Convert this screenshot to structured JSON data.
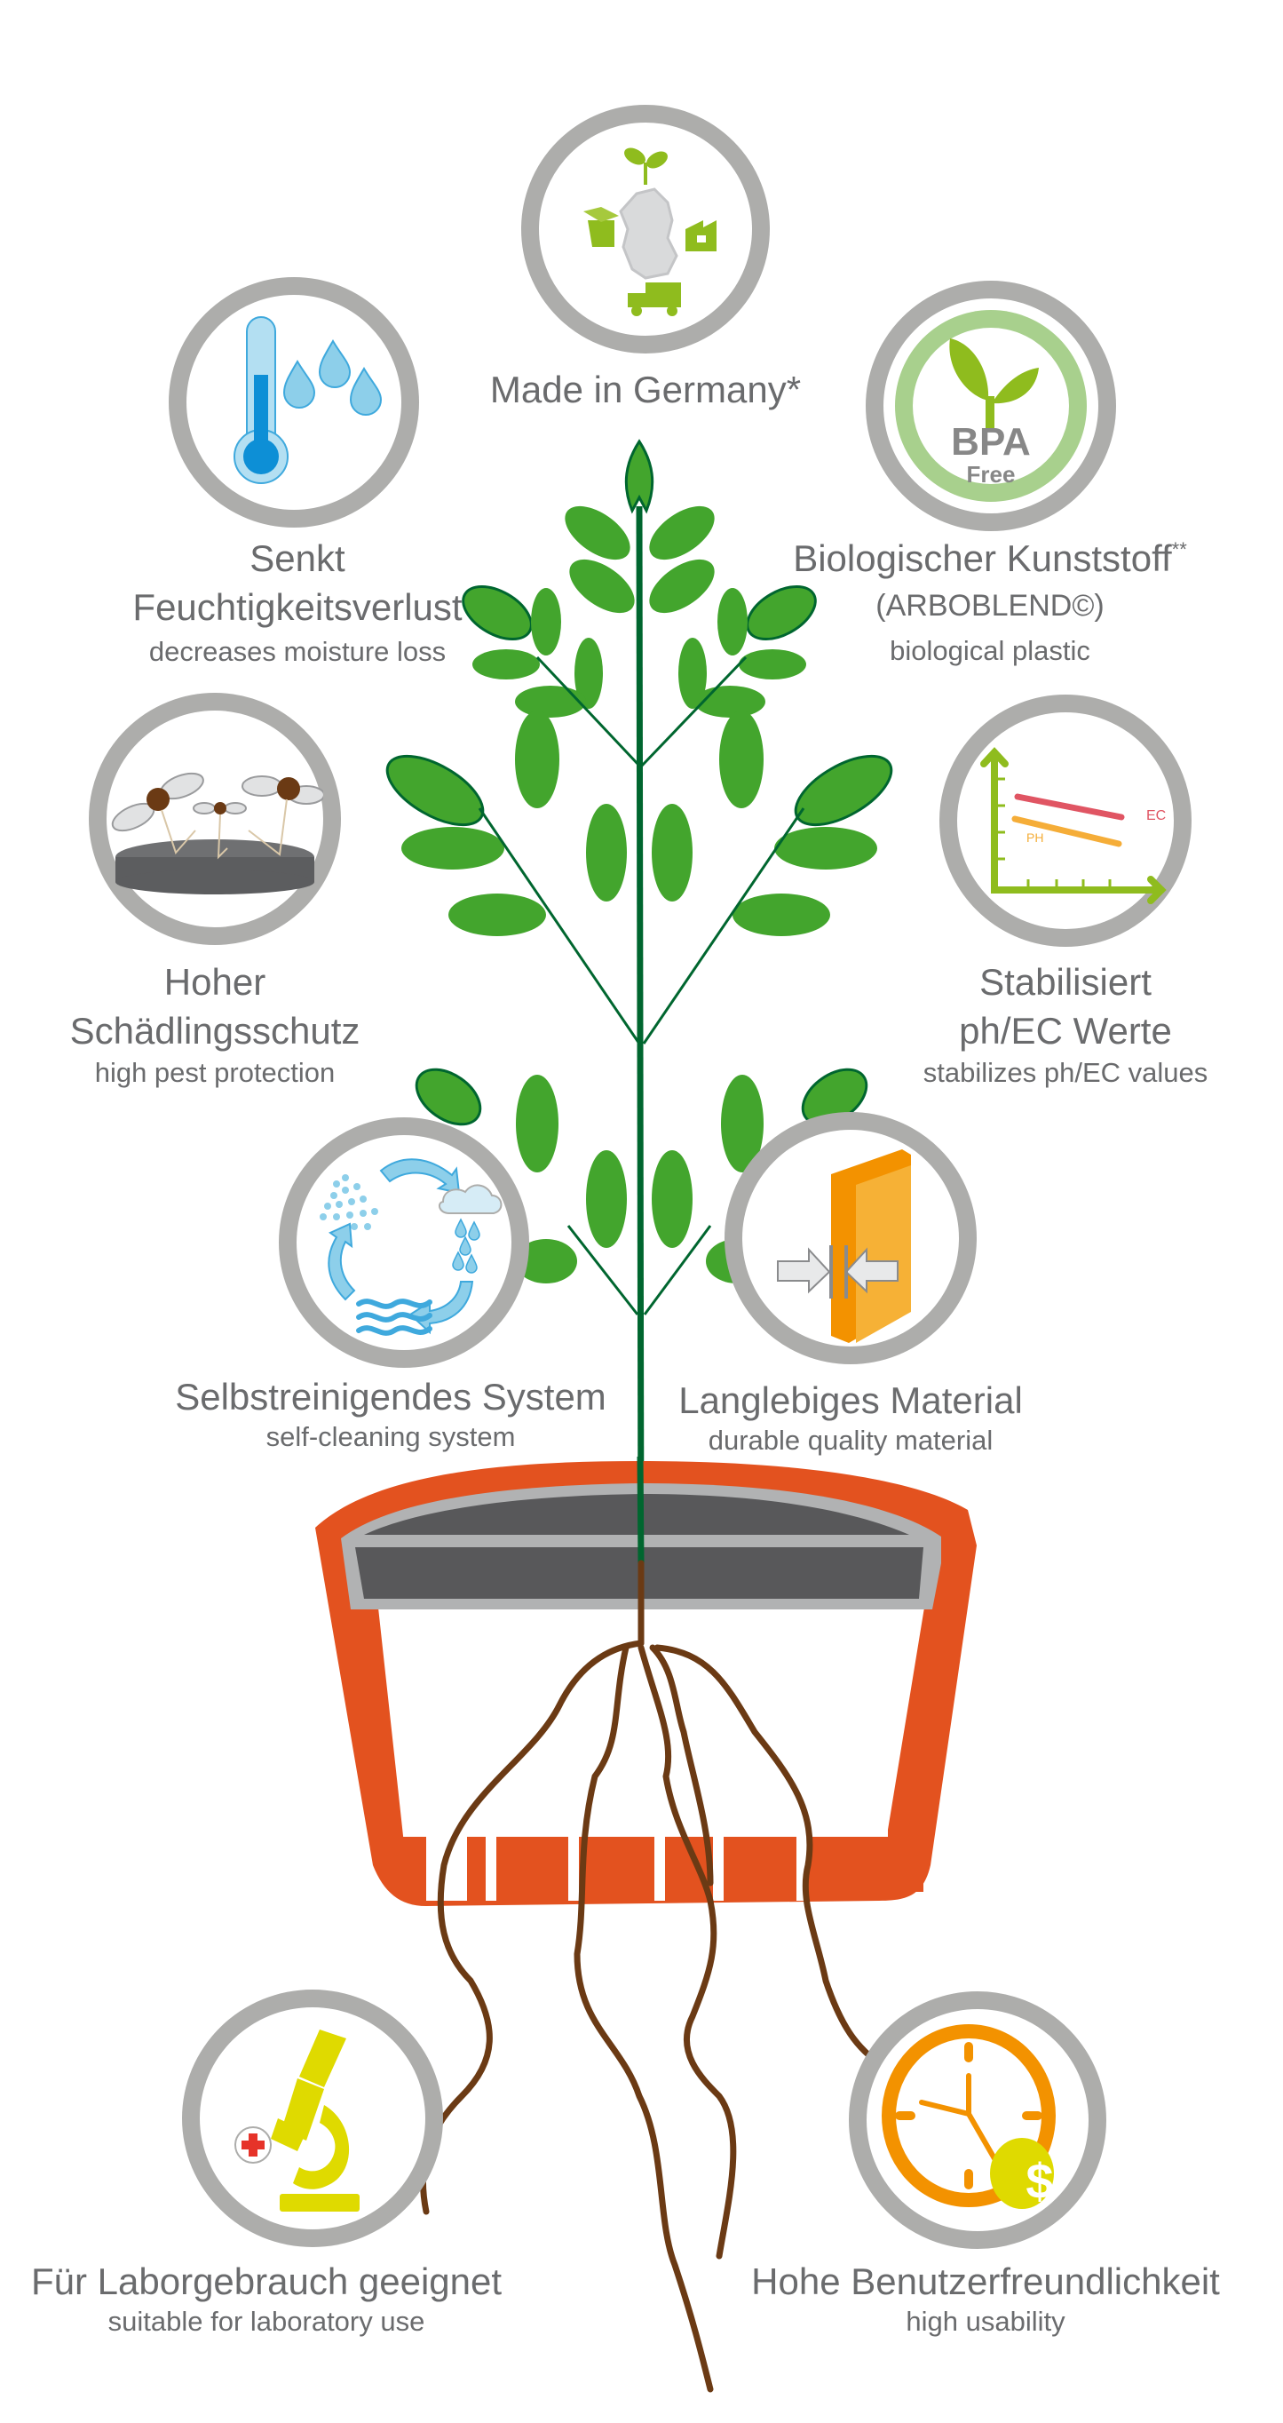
{
  "colors": {
    "text": "#6a6b6d",
    "badge_ring": "#adadab",
    "leaf": "#43a52d",
    "stem": "#00662f",
    "pot": "#e3521f",
    "pot_lid": "#58585a",
    "pot_rim": "#b1b2b3",
    "root": "#6b3a14",
    "lime_green": "#8fbc1e",
    "water_blue": "#3fa9dd",
    "orange": "#f39200",
    "yellow": "#dfda00"
  },
  "features": {
    "made_in_germany": {
      "title": "Made in Germany*",
      "icon": "germany-map-with-sprout-box-factory-truck-icon"
    },
    "bio_plastic": {
      "title": "Biologischer Kunststoff",
      "title_suffix": "**",
      "subtitle": "(ARBOBLEND©)",
      "english": "biological plastic",
      "badge_text_top": "BPA",
      "badge_text_bottom": "Free",
      "icon": "bpa-free-sprout-icon"
    },
    "moisture": {
      "title_line1": "Senkt",
      "title_line2": "Feuchtigkeitsverlust",
      "english": "decreases moisture loss",
      "icon": "thermometer-water-drops-icon"
    },
    "pest": {
      "title_line1": "Hoher",
      "title_line2": "Schädlingsschutz",
      "english": "high pest protection",
      "icon": "flies-on-sticky-disc-icon"
    },
    "ph_ec": {
      "title_line1": "Stabilisiert",
      "title_line2": "ph/EC Werte",
      "english": "stabilizes ph/EC values",
      "chart_label_ec": "EC",
      "chart_label_ph": "PH",
      "icon": "ph-ec-line-chart-icon"
    },
    "self_cleaning": {
      "title": "Selbstreinigendes System",
      "english": "self-cleaning system",
      "icon": "water-cycle-icon"
    },
    "durable": {
      "title": "Langlebiges Material",
      "english": "durable quality material",
      "icon": "compression-block-icon"
    },
    "lab": {
      "title": "Für Laborgebrauch geeignet",
      "english": "suitable for laboratory use",
      "icon": "microscope-red-cross-icon"
    },
    "usability": {
      "title": "Hohe Benutzerfreundlichkeit",
      "english": "high usability",
      "badge_symbol": "$",
      "icon": "clock-dollar-icon"
    }
  },
  "illustration": {
    "center": "plant-in-orange-pot-with-roots"
  }
}
